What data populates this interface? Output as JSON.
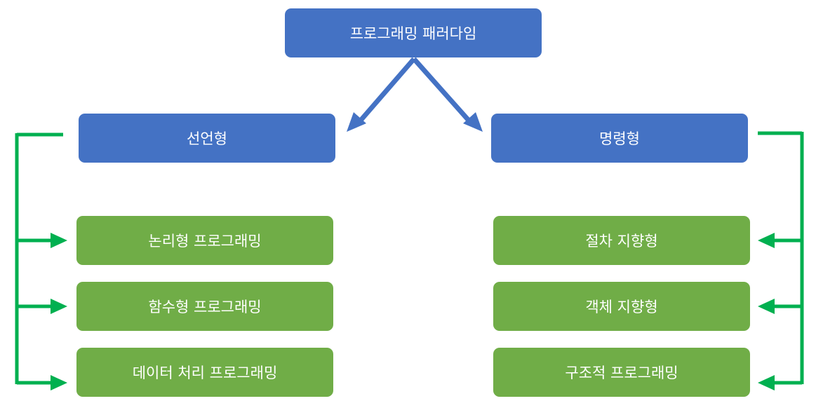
{
  "root": {
    "label": "프로그래밍 패러다임"
  },
  "declarative": {
    "label": "선언형",
    "children": [
      "논리형 프로그래밍",
      "함수형 프로그래밍",
      "데이터 처리 프로그래밍"
    ]
  },
  "imperative": {
    "label": "명령형",
    "children": [
      "절차 지향형",
      "객체 지향형",
      "구조적 프로그래밍"
    ]
  },
  "colors": {
    "blue_box": "#4472c4",
    "green_box": "#70ad47",
    "blue_arrow": "#4472c4",
    "green_connector": "#00b050"
  }
}
